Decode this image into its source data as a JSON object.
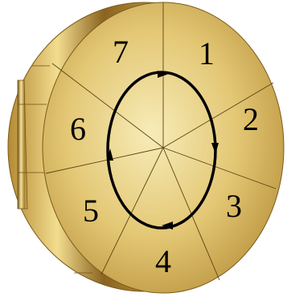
{
  "diagram": {
    "sectors": [
      {
        "id": 1,
        "label": "1"
      },
      {
        "id": 2,
        "label": "2"
      },
      {
        "id": 3,
        "label": "3"
      },
      {
        "id": 4,
        "label": "4"
      },
      {
        "id": 5,
        "label": "5"
      },
      {
        "id": 6,
        "label": "6"
      },
      {
        "id": 7,
        "label": "7"
      }
    ],
    "cycle_direction": "clockwise",
    "colors": {
      "face_light": "#f6e6a3",
      "face_mid": "#d9b860",
      "face_dark": "#a8822f",
      "rim_light": "#f2dc8e",
      "rim_dark": "#6e4f14",
      "divider": "#5a4512",
      "arrow": "#000000"
    }
  }
}
